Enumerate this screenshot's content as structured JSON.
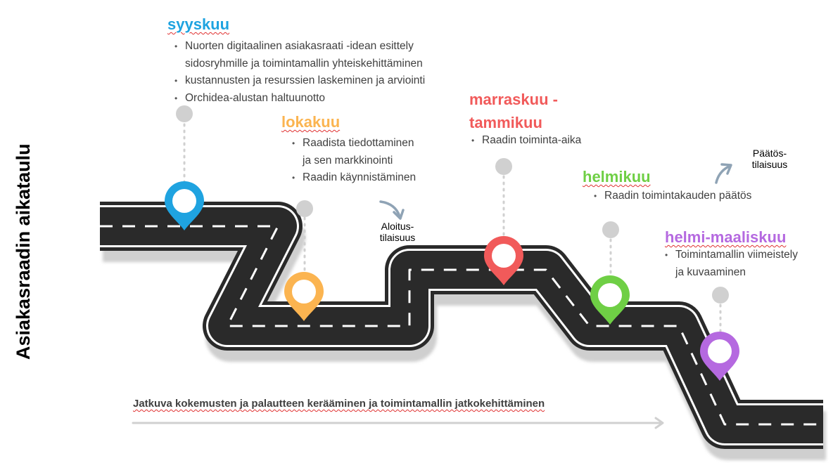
{
  "title": "Asiakasraadin aikataulu",
  "colors": {
    "syyskuu": "#1fa3e0",
    "lokakuu": "#fbb450",
    "marraskuu": "#f15a5a",
    "helmikuu": "#6fcf45",
    "helmi_maaliskuu": "#b569e0",
    "road": "#2a2a2a",
    "road_stripe": "#ffffff",
    "dots": "#d0d0d0"
  },
  "milestones": [
    {
      "period": "syyskuu",
      "items": [
        "Nuorten digitaalinen asiakasraati -idean esittely",
        "sidosryhmille ja toimintamallin yhteiskehittäminen",
        "kustannusten ja resurssien laskeminen ja arviointi",
        "Orchidea-alustan haltuunotto"
      ]
    },
    {
      "period": "lokakuu",
      "items": [
        "Raadista tiedottaminen",
        "ja sen markkinointi",
        "Raadin käynnistäminen"
      ]
    },
    {
      "period_line1": "marraskuu -",
      "period_line2": "tammikuu",
      "items": [
        "Raadin toiminta-aika"
      ]
    },
    {
      "period": "helmikuu",
      "items": [
        "Raadin toimintakauden päätös"
      ]
    },
    {
      "period": "helmi-maaliskuu",
      "items": [
        "Toimintamallin viimeistely",
        "ja kuvaaminen"
      ]
    }
  ],
  "notes": {
    "aloitus_line1": "Aloitus-",
    "aloitus_line2": "tilaisuus",
    "paatos_line1": "Päätös-",
    "paatos_line2": "tilaisuus"
  },
  "bottom_text": "Jatkuva kokemusten ja palautteen kerääminen ja toimintamallin jatkokehittäminen",
  "icons": [
    "location-pin-icon",
    "curved-arrow-icon",
    "long-arrow-icon"
  ]
}
